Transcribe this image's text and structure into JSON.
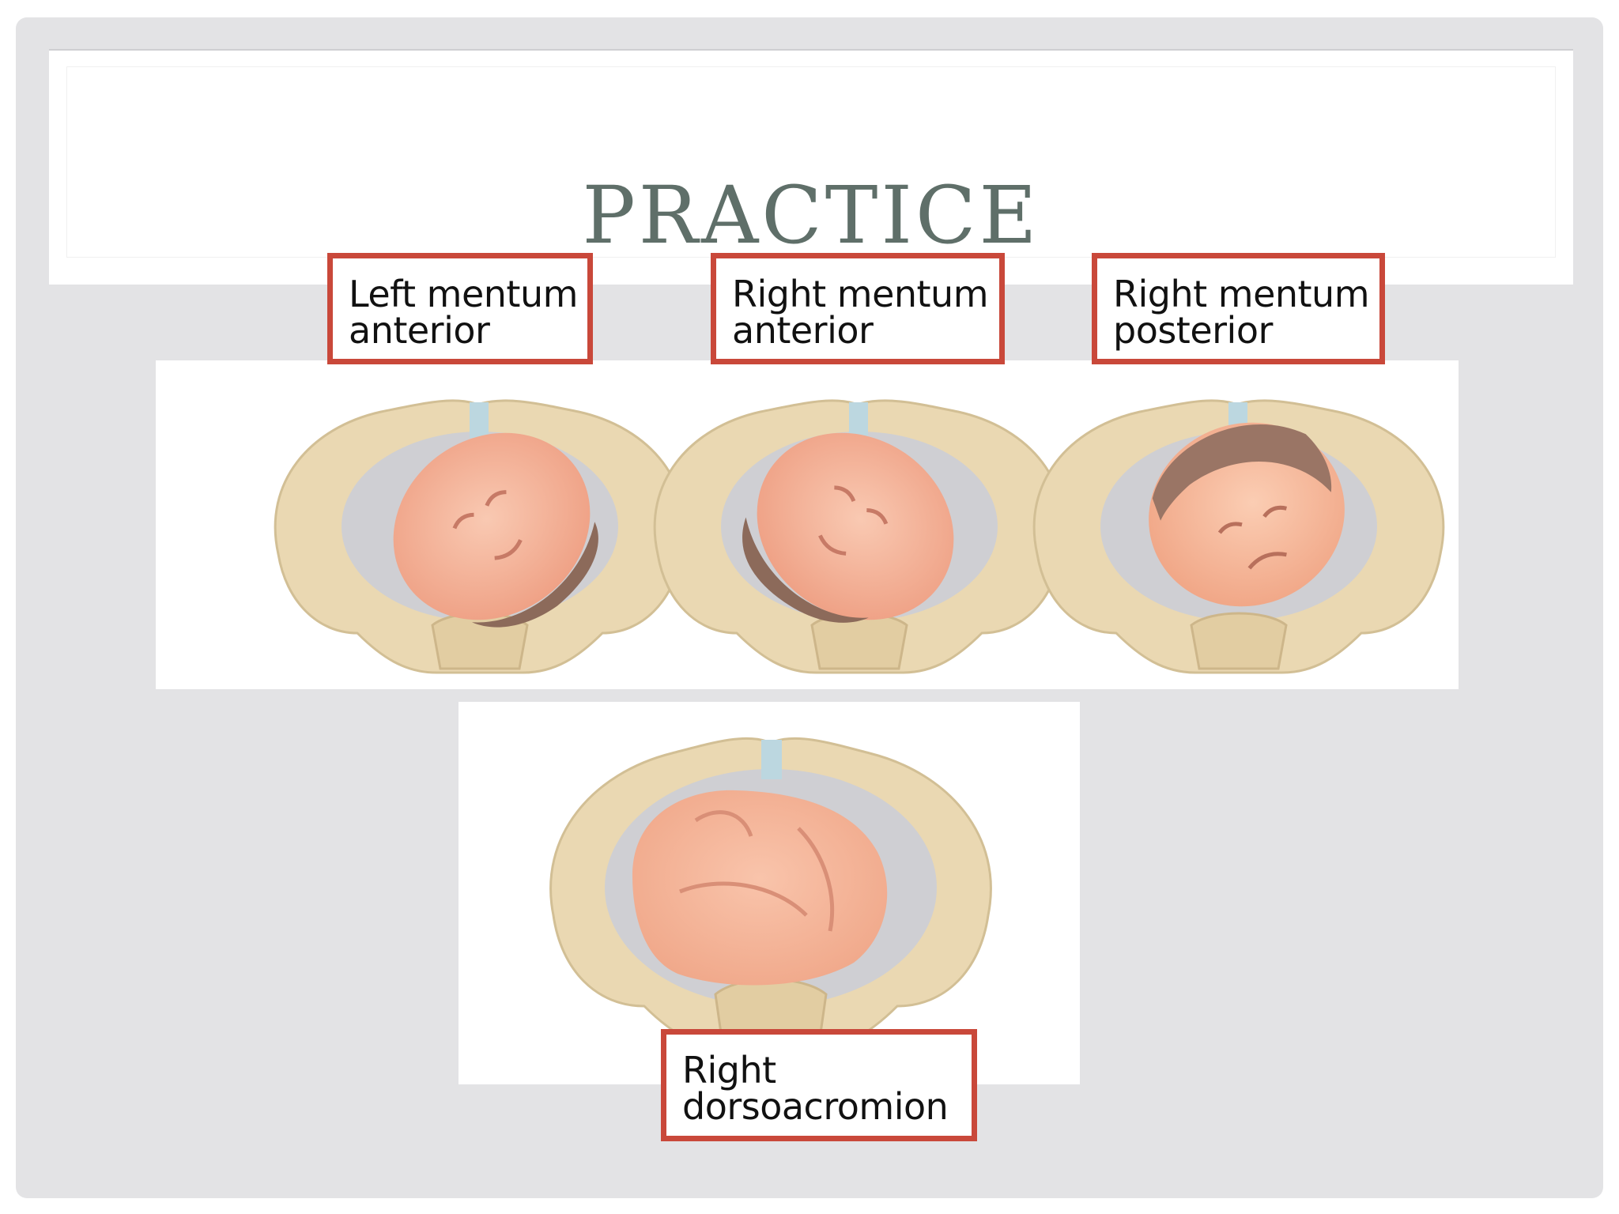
{
  "slide": {
    "title": "PRACTICE"
  },
  "labels": [
    {
      "line1": "Left mentum",
      "line2": "anterior"
    },
    {
      "line1": "Right mentum",
      "line2": "anterior"
    },
    {
      "line1": "Right mentum",
      "line2": "posterior"
    },
    {
      "line1": "Right",
      "line2": "dorsoacromion"
    }
  ],
  "colors": {
    "title": "#5f6f69",
    "label_border": "#c9483a",
    "pelvis_bone": "#ead8b2",
    "fetal_skin": "#f4b49a",
    "hair": "#8c6a5a",
    "background": "#e3e3e5"
  }
}
